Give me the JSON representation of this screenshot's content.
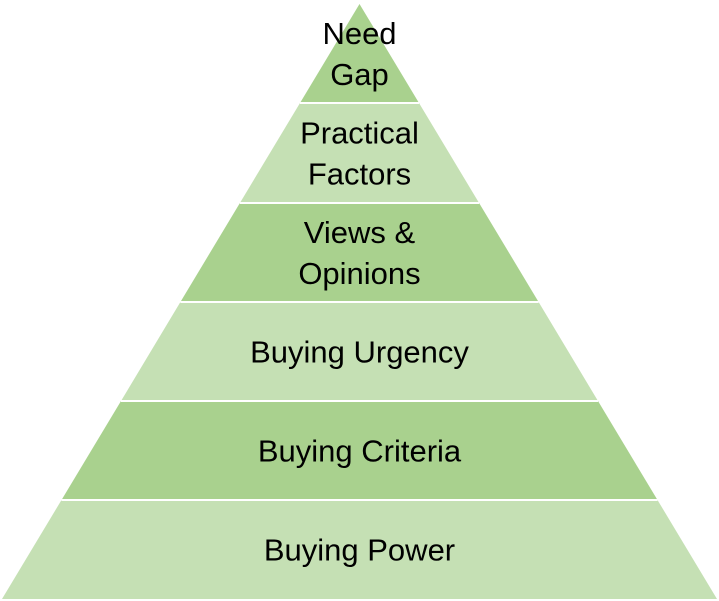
{
  "colors": {
    "dark_green": "#a9d18e",
    "light_green": "#c5e0b4",
    "divider": "#ffffff",
    "text": "#000000"
  },
  "tiers": [
    {
      "lines": [
        "Need",
        "Gap"
      ],
      "shade": "dark_green"
    },
    {
      "lines": [
        "Practical",
        "Factors"
      ],
      "shade": "light_green"
    },
    {
      "lines": [
        "Views &",
        "Opinions"
      ],
      "shade": "dark_green"
    },
    {
      "lines": [
        "Buying Urgency"
      ],
      "shade": "light_green"
    },
    {
      "lines": [
        "Buying Criteria"
      ],
      "shade": "dark_green"
    },
    {
      "lines": [
        "Buying Power"
      ],
      "shade": "light_green"
    }
  ]
}
